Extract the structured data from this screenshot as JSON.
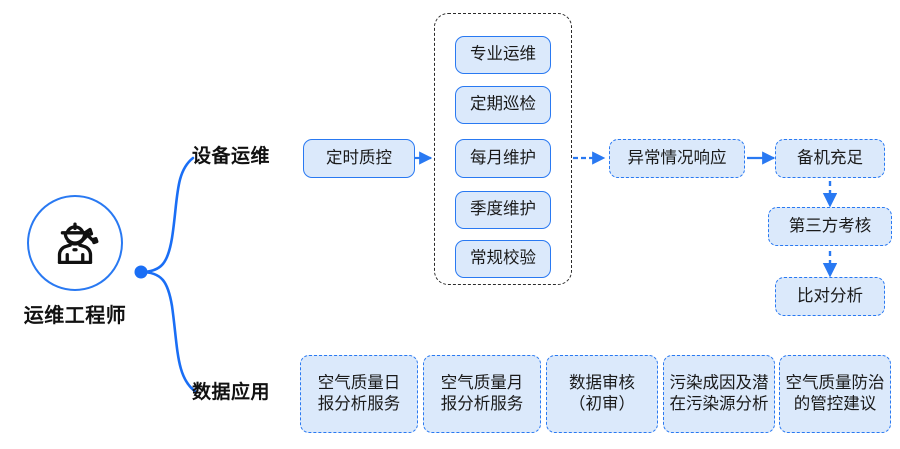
{
  "root": {
    "label": "运维工程师",
    "icon": "engineer-worker-icon"
  },
  "theme": {
    "accent": "#2979f2",
    "node_fill": "#dbe9fb",
    "group_border": "#2b2b2b",
    "text": "#1a1a1a"
  },
  "branches": [
    {
      "id": "equipment-ops",
      "label": "设备运维"
    },
    {
      "id": "data-application",
      "label": "数据应用"
    }
  ],
  "equipment_ops": {
    "entry": {
      "label": "定时质控"
    },
    "group": {
      "name": "maintenance-group",
      "items": [
        {
          "label": "专业运维"
        },
        {
          "label": "定期巡检"
        },
        {
          "label": "每月维护"
        },
        {
          "label": "季度维护"
        },
        {
          "label": "常规校验"
        }
      ]
    },
    "response": {
      "label": "异常情况响应"
    },
    "chain": [
      {
        "label": "备机充足"
      },
      {
        "label": "第三方考核"
      },
      {
        "label": "比对分析"
      }
    ]
  },
  "data_application": {
    "items": [
      {
        "line1": "空气质量日",
        "line2": "报分析服务"
      },
      {
        "line1": "空气质量月",
        "line2": "报分析服务"
      },
      {
        "line1": "数据审核",
        "line2": "（初审）"
      },
      {
        "line1": "污染成因及潜",
        "line2": "在污染源分析"
      },
      {
        "line1": "空气质量防治",
        "line2": "的管控建议"
      }
    ]
  }
}
